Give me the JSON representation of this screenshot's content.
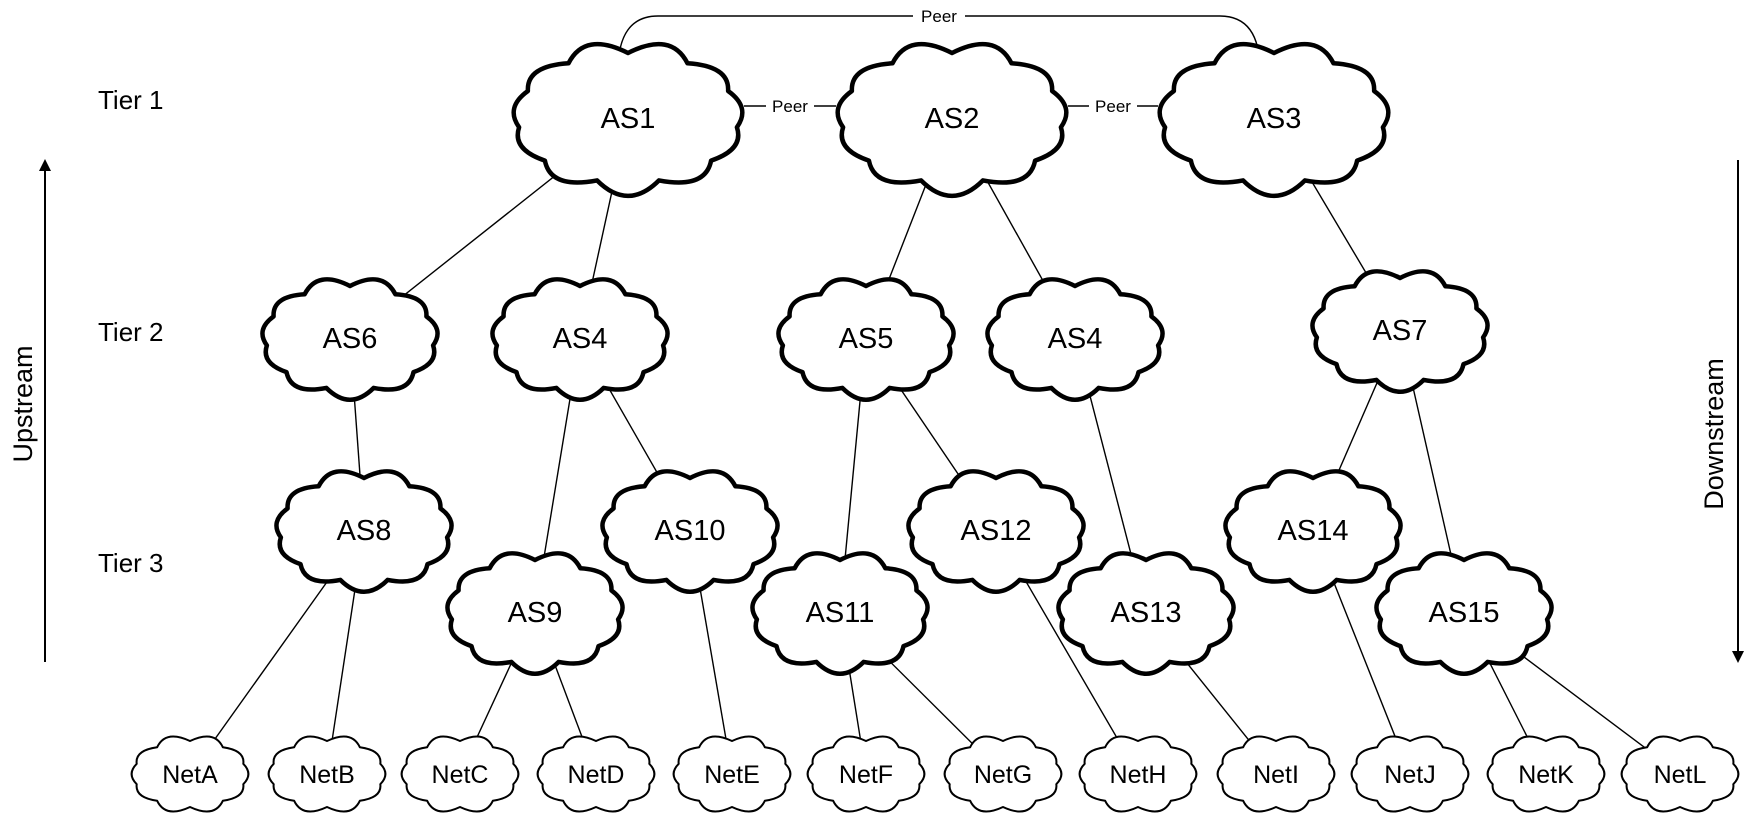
{
  "tiers": {
    "tier1": "Tier 1",
    "tier2": "Tier 2",
    "tier3": "Tier 3"
  },
  "arrows": {
    "left": "Upstream",
    "right": "Downstream"
  },
  "peer_label": "Peer",
  "nodes": {
    "AS1": "AS1",
    "AS2": "AS2",
    "AS3": "AS3",
    "AS6": "AS6",
    "AS4a": "AS4",
    "AS5": "AS5",
    "AS4b": "AS4",
    "AS7": "AS7",
    "AS8": "AS8",
    "AS10": "AS10",
    "AS12": "AS12",
    "AS14": "AS14",
    "AS9": "AS9",
    "AS11": "AS11",
    "AS13": "AS13",
    "AS15": "AS15",
    "NetA": "NetA",
    "NetB": "NetB",
    "NetC": "NetC",
    "NetD": "NetD",
    "NetE": "NetE",
    "NetF": "NetF",
    "NetG": "NetG",
    "NetH": "NetH",
    "NetI": "NetI",
    "NetJ": "NetJ",
    "NetK": "NetK",
    "NetL": "NetL"
  },
  "edges": [
    [
      "AS1",
      "AS6"
    ],
    [
      "AS1",
      "AS4a"
    ],
    [
      "AS2",
      "AS5"
    ],
    [
      "AS2",
      "AS4b"
    ],
    [
      "AS3",
      "AS7"
    ],
    [
      "AS6",
      "AS8"
    ],
    [
      "AS4a",
      "AS9"
    ],
    [
      "AS4a",
      "AS10"
    ],
    [
      "AS5",
      "AS11"
    ],
    [
      "AS5",
      "AS12"
    ],
    [
      "AS4b",
      "AS13"
    ],
    [
      "AS7",
      "AS14"
    ],
    [
      "AS7",
      "AS15"
    ],
    [
      "AS8",
      "NetA"
    ],
    [
      "AS8",
      "NetB"
    ],
    [
      "AS9",
      "NetC"
    ],
    [
      "AS9",
      "NetD"
    ],
    [
      "AS10",
      "NetE"
    ],
    [
      "AS11",
      "NetF"
    ],
    [
      "AS11",
      "NetG"
    ],
    [
      "AS12",
      "NetH"
    ],
    [
      "AS13",
      "NetI"
    ],
    [
      "AS14",
      "NetJ"
    ],
    [
      "AS15",
      "NetK"
    ],
    [
      "AS15",
      "NetL"
    ]
  ],
  "peer_links": [
    [
      "AS1",
      "AS2"
    ],
    [
      "AS2",
      "AS3"
    ],
    [
      "AS1",
      "AS3"
    ]
  ]
}
